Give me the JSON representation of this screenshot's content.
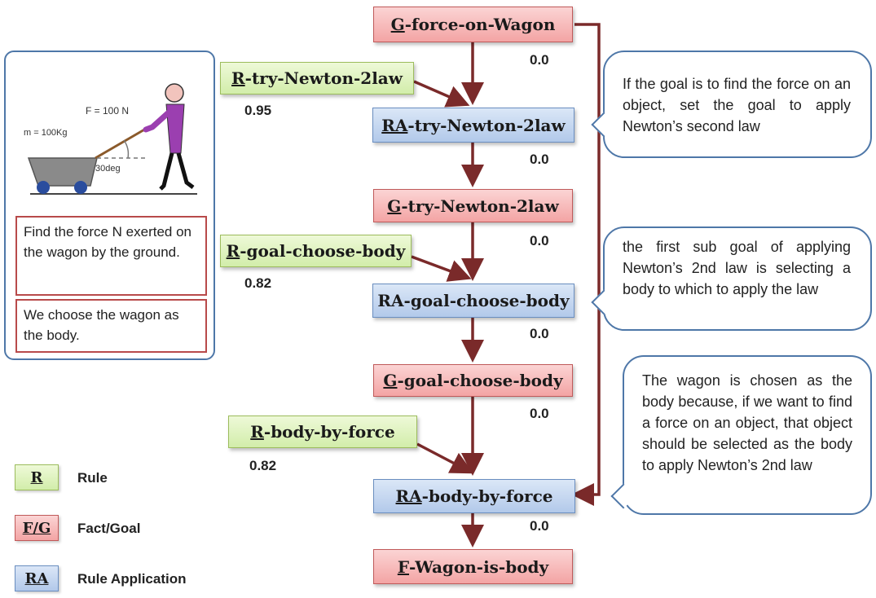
{
  "nodes": {
    "g_force_on_wagon": {
      "prefix": "G",
      "rest": "-force-on-Wagon"
    },
    "r_try_newton": {
      "prefix": "R",
      "rest": "-try-Newton-2law"
    },
    "ra_try_newton": {
      "prefix": "RA",
      "rest": "-try-Newton-2law"
    },
    "g_try_newton": {
      "prefix": "G",
      "rest": "-try-Newton-2law"
    },
    "r_goal_choose_body": {
      "prefix": "R",
      "rest": "-goal-choose-body"
    },
    "ra_goal_choose_body": {
      "prefix": "",
      "rest": "RA-goal-choose-body"
    },
    "g_goal_choose_body": {
      "prefix": "G",
      "rest": "-goal-choose-body"
    },
    "r_body_by_force": {
      "prefix": "R",
      "rest": "-body-by-force"
    },
    "ra_body_by_force": {
      "prefix": "RA",
      "rest": "-body-by-force"
    },
    "f_wagon_is_body": {
      "prefix": "F",
      "rest": "-Wagon-is-body"
    }
  },
  "numbers": {
    "n1": "0.0",
    "n2": "0.95",
    "n3": "0.0",
    "n4": "0.0",
    "n5": "0.82",
    "n6": "0.0",
    "n7": "0.0",
    "n8": "0.82",
    "n9": "0.0"
  },
  "callouts": {
    "c1": "If the goal is to find the force on an object, set the goal to apply Newton’s  second law",
    "c2": "the first sub goal of applying Newton’s 2nd law is selecting a body to which to apply the law",
    "c3": "The wagon is chosen as the body because, if we want to find a force on an object, that object should be selected as the body to apply Newton’s 2nd law"
  },
  "panel": {
    "force_label": "F = 100 N",
    "mass_label": "m = 100Kg",
    "angle_label": "30deg",
    "problem_text": "Find the force N exerted on the wagon by the ground.",
    "choice_text": "We choose the wagon as the body."
  },
  "legend": [
    {
      "code": "R",
      "text": "Rule"
    },
    {
      "code": "F/G",
      "text": "Fact/Goal"
    },
    {
      "code": "RA",
      "text": "Rule Application"
    }
  ],
  "colors": {
    "fact_goal_fill": "#f3a4a4",
    "rule_fill": "#d2edaa",
    "rule_application_fill": "#b2c9ea",
    "arrow": "#7a2a2a",
    "callout_border": "#4e77a8"
  }
}
